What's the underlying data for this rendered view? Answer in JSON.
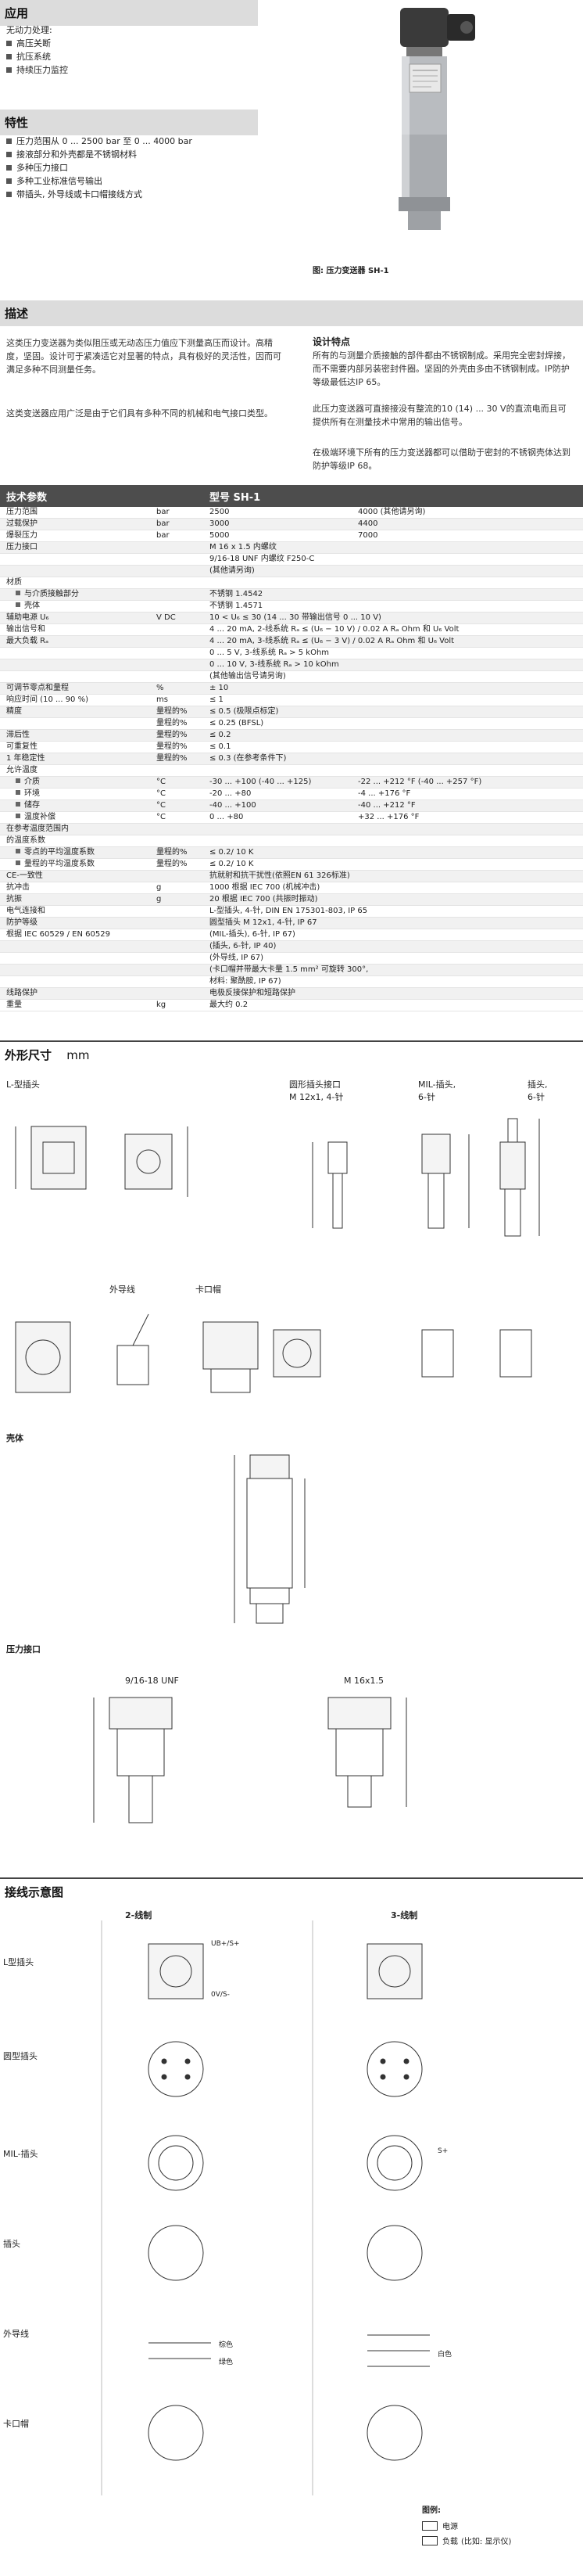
{
  "application": {
    "title": "应用",
    "items": [
      "无动力处理:",
      "高压关断",
      "抗压系统",
      "持续压力监控"
    ]
  },
  "features": {
    "title": "特性",
    "items": [
      "压力范围从 0 ... 2500 bar 至 0 ... 4000 bar",
      "接液部分和外壳都是不锈钢材料",
      "多种压力接口",
      "多种工业标准信号输出",
      "带插头, 外导线或卡口帽接线方式"
    ]
  },
  "caption": "图: 压力变送器 SH-1",
  "description": {
    "title": "描述",
    "para1": "这类压力变送器为类似阻压或无动态压力值应下测量高压而设计。高精度，坚固。设计可于紧凑适它对显著的特点，具有极好的灵活性，因而可满足多种不同测量任务。",
    "para2": "这类变送器应用广泛是由于它们具有多种不同的机械和电气接口类型。",
    "design_title": "设计特点",
    "design1": "所有的与测量介质接触的部件都由不锈钢制成。采用完全密封焊接，而不需要内部另装密封件圈。坚固的外壳由多由不锈钢制成。IP防护等级最低达IP 65。",
    "design2": "此压力变送器可直接接没有整流的10 (14) ... 30 V的直流电而且可提供所有在测量技术中常用的输出信号。",
    "design3": "在极端环境下所有的压力变送器都可以借助于密封的不锈钢壳体达到防护等级IP 68。"
  },
  "spec": {
    "header_left": "技术参数",
    "header_right": "型号 SH-1",
    "rows": [
      {
        "c1": "压力范围",
        "c2": "bar",
        "a": "2500",
        "b": "4000 (其他请另询)"
      },
      {
        "c1": "过载保护",
        "c2": "bar",
        "a": "3000",
        "b": "4400"
      },
      {
        "c1": "爆裂压力",
        "c2": "bar",
        "a": "5000",
        "b": "7000"
      },
      {
        "c1": "压力接口",
        "c2": "",
        "a": "M 16 x 1.5 内螺纹",
        "b": ""
      },
      {
        "c1": "",
        "c2": "",
        "a": "9/16-18 UNF 内螺纹 F250-C",
        "b": ""
      },
      {
        "c1": "",
        "c2": "",
        "a": "(其他请另询)",
        "b": ""
      },
      {
        "c1": "材质",
        "c2": "",
        "a": "",
        "b": ""
      },
      {
        "c1": "与介质接触部分",
        "c2": "",
        "a": "不锈钢 1.4542",
        "b": "",
        "sub": true
      },
      {
        "c1": "壳体",
        "c2": "",
        "a": "不锈钢 1.4571",
        "b": "",
        "sub": true
      },
      {
        "c1": "辅助电源 U₆",
        "c2": "V DC",
        "a": "10 < U₆ ≤ 30 (14 ... 30 带输出信号 0 ... 10 V)",
        "b": ""
      },
      {
        "c1": "输出信号和",
        "c2": "",
        "a": "4 ... 20 mA, 2-线系统   Rₐ ≤ (U₆ − 10 V) / 0.02 A  Rₐ Ohm 和 U₆ Volt",
        "b": ""
      },
      {
        "c1": "最大负载 Rₐ",
        "c2": "",
        "a": "4 ... 20 mA, 3-线系统   Rₐ ≤ (U₆ − 3 V) / 0.02 A  Rₐ Ohm 和 U₆ Volt",
        "b": ""
      },
      {
        "c1": "",
        "c2": "",
        "a": "0 ... 5 V, 3-线系统   Rₐ > 5 kOhm",
        "b": ""
      },
      {
        "c1": "",
        "c2": "",
        "a": "0 ... 10 V, 3-线系统   Rₐ > 10 kOhm",
        "b": ""
      },
      {
        "c1": "",
        "c2": "",
        "a": "(其他输出信号请另询)",
        "b": ""
      },
      {
        "c1": "可调节零点和量程",
        "c2": "%",
        "a": "± 10",
        "b": ""
      },
      {
        "c1": "响应时间 (10 ... 90 %)",
        "c2": "ms",
        "a": "≤ 1",
        "b": ""
      },
      {
        "c1": "精度",
        "c2": "量程的%",
        "a": "≤ 0.5   (极限点标定)",
        "b": ""
      },
      {
        "c1": "",
        "c2": "量程的%",
        "a": "≤ 0.25  (BFSL)",
        "b": ""
      },
      {
        "c1": "滞后性",
        "c2": "量程的%",
        "a": "≤ 0.2",
        "b": ""
      },
      {
        "c1": "可重复性",
        "c2": "量程的%",
        "a": "≤ 0.1",
        "b": ""
      },
      {
        "c1": "1 年稳定性",
        "c2": "量程的%",
        "a": "≤ 0.3   (在参考条件下)",
        "b": ""
      },
      {
        "c1": "允许温度",
        "c2": "",
        "a": "",
        "b": ""
      },
      {
        "c1": "介质",
        "c2": "°C",
        "a": "-30 ... +100 (-40 ... +125)",
        "b": "-22 ... +212 °F (-40 ... +257 °F)",
        "sub": true
      },
      {
        "c1": "环境",
        "c2": "°C",
        "a": "-20 ... +80",
        "b": "-4 ... +176 °F",
        "sub": true
      },
      {
        "c1": "储存",
        "c2": "°C",
        "a": "-40 ... +100",
        "b": "-40 ... +212 °F",
        "sub": true
      },
      {
        "c1": "温度补偿",
        "c2": "°C",
        "a": "0 ... +80",
        "b": "+32 ... +176 °F",
        "sub": true
      },
      {
        "c1": "在参考温度范围内",
        "c2": "",
        "a": "",
        "b": ""
      },
      {
        "c1": "的温度系数",
        "c2": "",
        "a": "",
        "b": ""
      },
      {
        "c1": "零点的平均温度系数",
        "c2": "量程的%",
        "a": "≤ 0.2/ 10 K",
        "b": "",
        "sub": true
      },
      {
        "c1": "量程的平均温度系数",
        "c2": "量程的%",
        "a": "≤ 0.2/ 10 K",
        "b": "",
        "sub": true
      },
      {
        "c1": "CE-一致性",
        "c2": "",
        "a": "抗就射和抗干扰性(依照EN 61 326标准)",
        "b": ""
      },
      {
        "c1": "抗冲击",
        "c2": "g",
        "a": "1000 根据 IEC 700  (机械冲击)",
        "b": ""
      },
      {
        "c1": "抗振",
        "c2": "g",
        "a": "20 根据 IEC 700   (共振时振动)",
        "b": ""
      },
      {
        "c1": "电气连接和",
        "c2": "",
        "a": "L-型插头, 4-针, DIN EN 175301-803, IP 65",
        "b": ""
      },
      {
        "c1": "防护等级",
        "c2": "",
        "a": "圆型插头 M 12x1, 4-针, IP 67",
        "b": ""
      },
      {
        "c1": "根据 IEC 60529 / EN 60529",
        "c2": "",
        "a": "(MIL-插头), 6-针, IP 67)",
        "b": ""
      },
      {
        "c1": "",
        "c2": "",
        "a": "(插头, 6-针, IP 40)",
        "b": ""
      },
      {
        "c1": "",
        "c2": "",
        "a": "(外导线, IP 67)",
        "b": ""
      },
      {
        "c1": "",
        "c2": "",
        "a": "(卡口帽并带最大卡量 1.5 mm² 可旋转 300°,",
        "b": ""
      },
      {
        "c1": "",
        "c2": "",
        "a": "材料: 聚酰胺, IP 67)",
        "b": ""
      },
      {
        "c1": "线路保护",
        "c2": "",
        "a": "电极反接保护和短路保护",
        "b": ""
      },
      {
        "c1": "重量",
        "c2": "kg",
        "a": "最大约 0.2",
        "b": ""
      }
    ]
  },
  "dimensions": {
    "title": "外形尺寸",
    "unit": "mm",
    "l_plug": "L-型插头",
    "round_plug": "圆形插头接口",
    "round_plug2": "M 12x1, 4-针",
    "mil_plug": "MIL-插头,",
    "mil_plug2": "6-针",
    "plug": "插头,",
    "plug2": "6-针",
    "cable": "外导线",
    "bayonet": "卡口帽",
    "housing": "壳体",
    "pressure_conn": "压力接口",
    "unf": "9/16-18 UNF",
    "m16": "M 16x1.5"
  },
  "wiring": {
    "title": "接线示意图",
    "col2": "2-线制",
    "col3": "3-线制",
    "rows": [
      "L型插头",
      "圆型插头",
      "MIL-插头",
      "插头",
      "外导线",
      "卡口帽"
    ],
    "legend_title": "图例:",
    "legend1": "电源",
    "legend2": "负载",
    "legend3": "(比如: 显示仪)",
    "ub_plus": "UB+/S+",
    "zero": "0V/S-",
    "s_plus": "S+",
    "brown": "棕色",
    "green": "绿色",
    "white": "白色"
  }
}
